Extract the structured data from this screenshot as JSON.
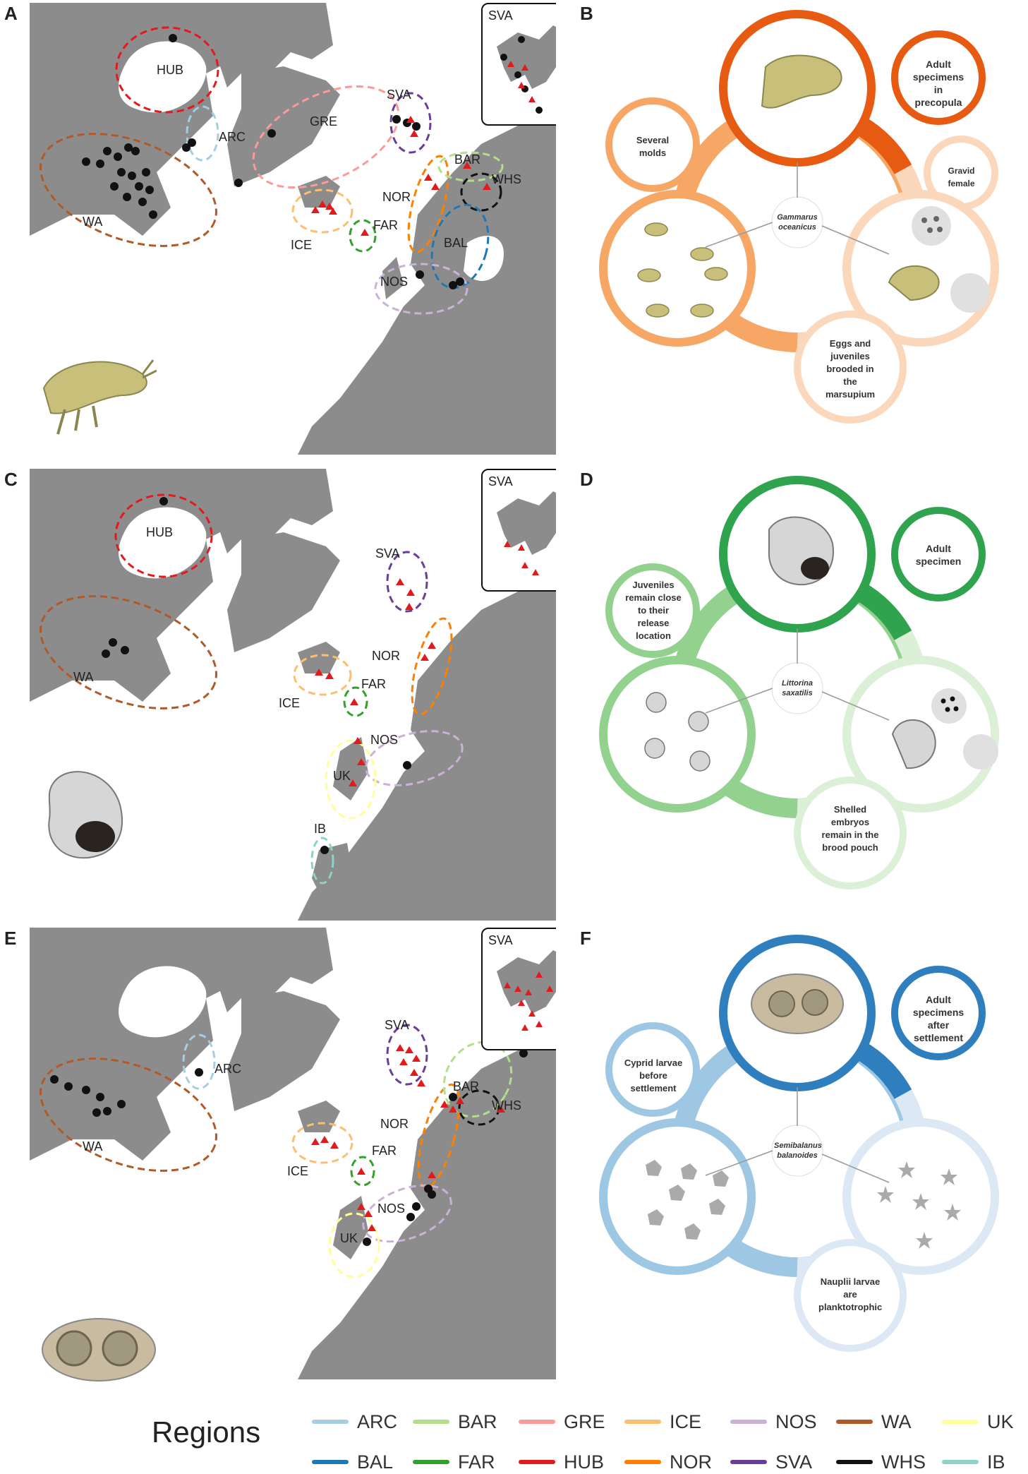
{
  "panels": {
    "A": "A",
    "B": "B",
    "C": "C",
    "D": "D",
    "E": "E",
    "F": "F"
  },
  "map_a": {
    "inset_label": "SVA",
    "labels": [
      "HUB",
      "ARC",
      "GRE",
      "SVA",
      "WA",
      "BAR",
      "WHS",
      "NOR",
      "ICE",
      "FAR",
      "BAL",
      "NOS"
    ]
  },
  "map_c": {
    "inset_label": "SVA",
    "labels": [
      "HUB",
      "SVA",
      "WA",
      "NOR",
      "ICE",
      "FAR",
      "NOS",
      "UK",
      "IB"
    ]
  },
  "map_e": {
    "inset_label": "SVA",
    "labels": [
      "ARC",
      "SVA",
      "WA",
      "BAR",
      "WHS",
      "NOR",
      "ICE",
      "FAR",
      "NOS",
      "UK"
    ]
  },
  "diagram_b": {
    "center": "Gammarus oceanicus",
    "top": "Adult specimens in precopula",
    "left": "Several molds",
    "right": "Gravid female",
    "bottom": "Eggs and juveniles brooded in the marsupium",
    "colors": {
      "dark": "#e65a12",
      "mid": "#f6a765",
      "light": "#fbd8bc"
    }
  },
  "diagram_d": {
    "center": "Littorina saxatilis",
    "top": "Adult specimen",
    "left": "Juveniles remain close to their release location",
    "bottom": "Shelled embryos remain in the brood pouch",
    "colors": {
      "dark": "#2fa34d",
      "mid": "#93d18f",
      "light": "#dcf0d8"
    }
  },
  "diagram_f": {
    "center": "Semibalanus balanoides",
    "top": "Adult specimens after settlement",
    "left": "Cyprid larvae before settlement",
    "bottom": "Nauplii larvae are planktotrophic",
    "colors": {
      "dark": "#2f7fbe",
      "mid": "#9ec7e3",
      "light": "#dce9f5"
    }
  },
  "legend": {
    "title": "Regions",
    "items": [
      {
        "label": "ARC",
        "color": "#a6cee3"
      },
      {
        "label": "BAR",
        "color": "#b2df8a"
      },
      {
        "label": "GRE",
        "color": "#fb9a99"
      },
      {
        "label": "ICE",
        "color": "#fdbf6f"
      },
      {
        "label": "NOS",
        "color": "#cab2d6"
      },
      {
        "label": "WA",
        "color": "#b15928"
      },
      {
        "label": "UK",
        "color": "#ffff99"
      },
      {
        "label": "BAL",
        "color": "#1f78b4"
      },
      {
        "label": "FAR",
        "color": "#33a02c"
      },
      {
        "label": "HUB",
        "color": "#e31a1c"
      },
      {
        "label": "NOR",
        "color": "#ff7f00"
      },
      {
        "label": "SVA",
        "color": "#6a3d9a"
      },
      {
        "label": "WHS",
        "color": "#111111"
      },
      {
        "label": "IB",
        "color": "#8dd3c7"
      }
    ]
  }
}
